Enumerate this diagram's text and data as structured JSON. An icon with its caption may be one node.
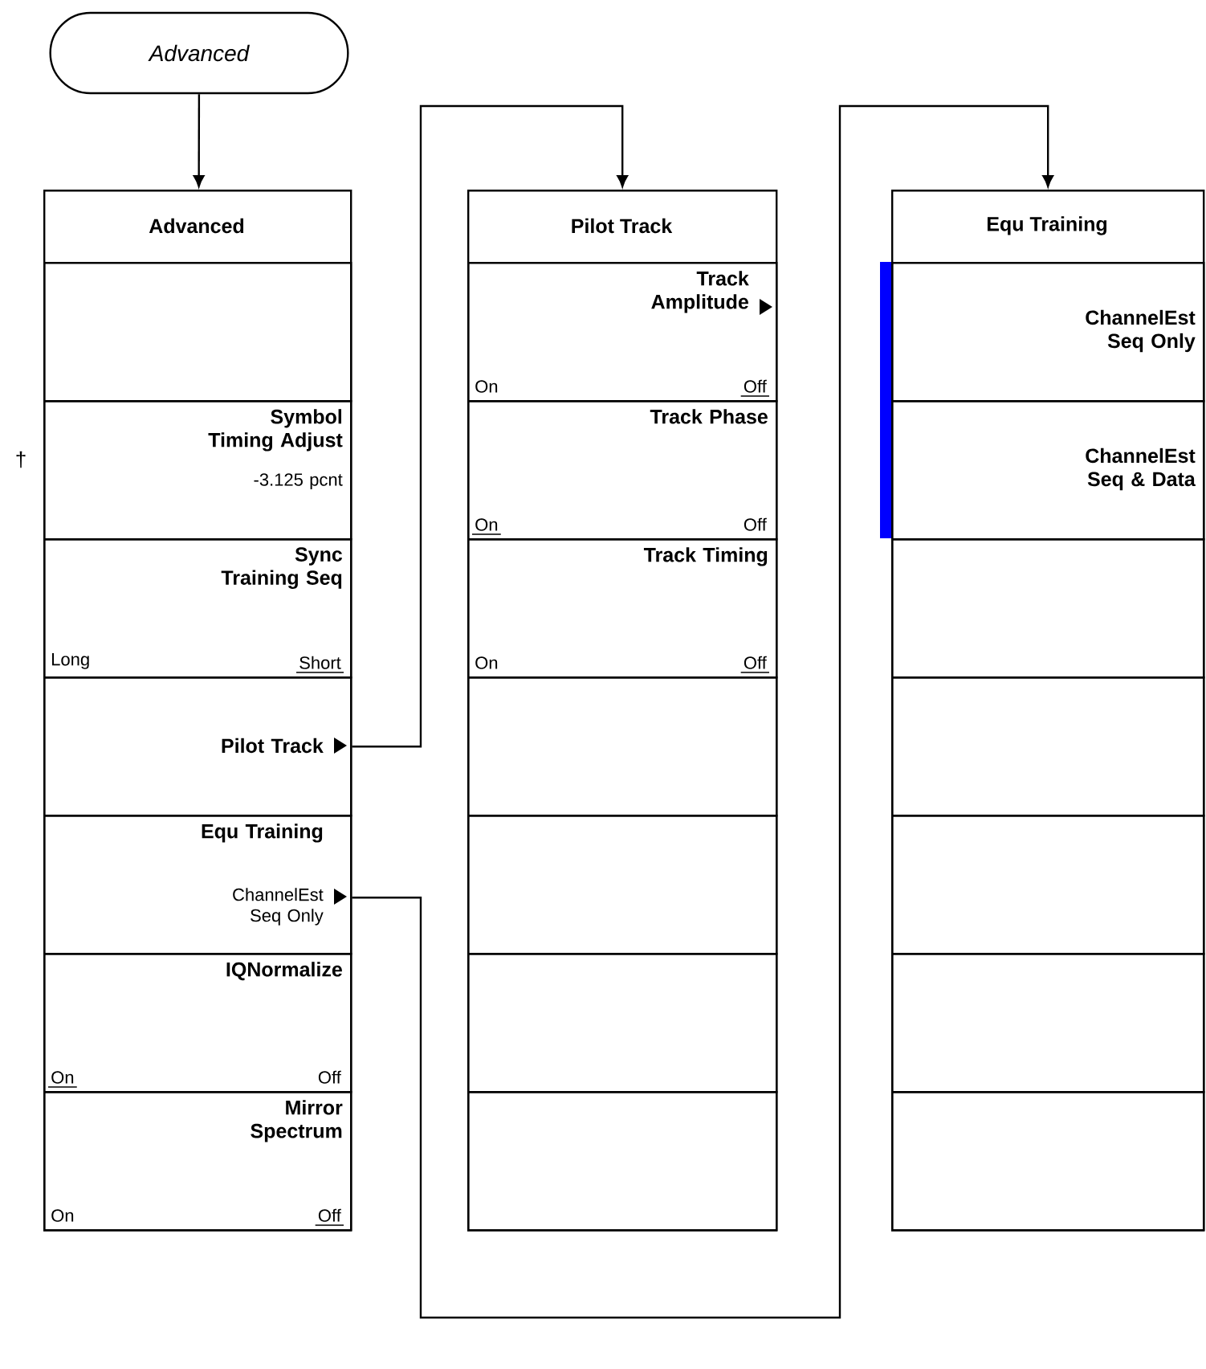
{
  "diagram": {
    "nodes": [
      {
        "text": [
          "Advanced"
        ]
      },
      {
        "text": [
          "Advanced"
        ]
      },
      {
        "text": [],
        "shape": "box",
        "in": 1
      },
      {
        "text": [
          "Symbol Timing Adjust",
          "-3.125 pcnt"
        ],
        "beside": [
          "†"
        ],
        "in": 1
      },
      {
        "text": [
          "Sync Training Seq",
          "Long",
          "Short"
        ],
        "in": 1
      },
      {
        "text": [
          "Pilot Track"
        ],
        "in": 1
      },
      {
        "text": [
          "Equ Training",
          "ChannelEst Seq Only"
        ],
        "in": 1
      },
      {
        "text": [
          "IQNormalize",
          "On",
          "Off"
        ],
        "in": 1
      },
      {
        "text": [
          "Mirror Spectrum",
          "On",
          "Off"
        ],
        "in": 1
      },
      {
        "text": [
          "Pilot Track"
        ]
      },
      {
        "text": [
          "Track Amplitude",
          "On",
          "Off"
        ],
        "in": 9
      },
      {
        "text": [
          "Track Phase",
          "On",
          "Off"
        ],
        "in": 9
      },
      {
        "text": [
          "Track Timing",
          "On",
          "Off"
        ],
        "in": 9
      },
      {
        "text": [],
        "shape": "box",
        "in": 9
      },
      {
        "text": [],
        "shape": "box",
        "in": 9
      },
      {
        "text": [],
        "shape": "box",
        "in": 9
      },
      {
        "text": [],
        "shape": "box",
        "in": 9
      },
      {
        "text": [
          "Equ Training"
        ]
      },
      {
        "text": [
          "ChannelEst Seq Only"
        ],
        "in": 17
      },
      {
        "text": [
          "ChannelEst Seq & Data"
        ],
        "in": 17
      },
      {
        "text": [],
        "shape": "box",
        "in": 17
      },
      {
        "text": [],
        "shape": "box",
        "in": 17
      },
      {
        "text": [],
        "shape": "box",
        "in": 17
      },
      {
        "text": [],
        "shape": "box",
        "in": 17
      },
      {
        "text": [],
        "shape": "box",
        "in": 17
      }
    ],
    "edges": [
      {
        "from": 0,
        "to": 1,
        "arrow": "to"
      },
      {
        "from": 5,
        "to": 9,
        "arrow": "to"
      },
      {
        "from": 6,
        "to": 17,
        "arrow": "to"
      }
    ]
  }
}
